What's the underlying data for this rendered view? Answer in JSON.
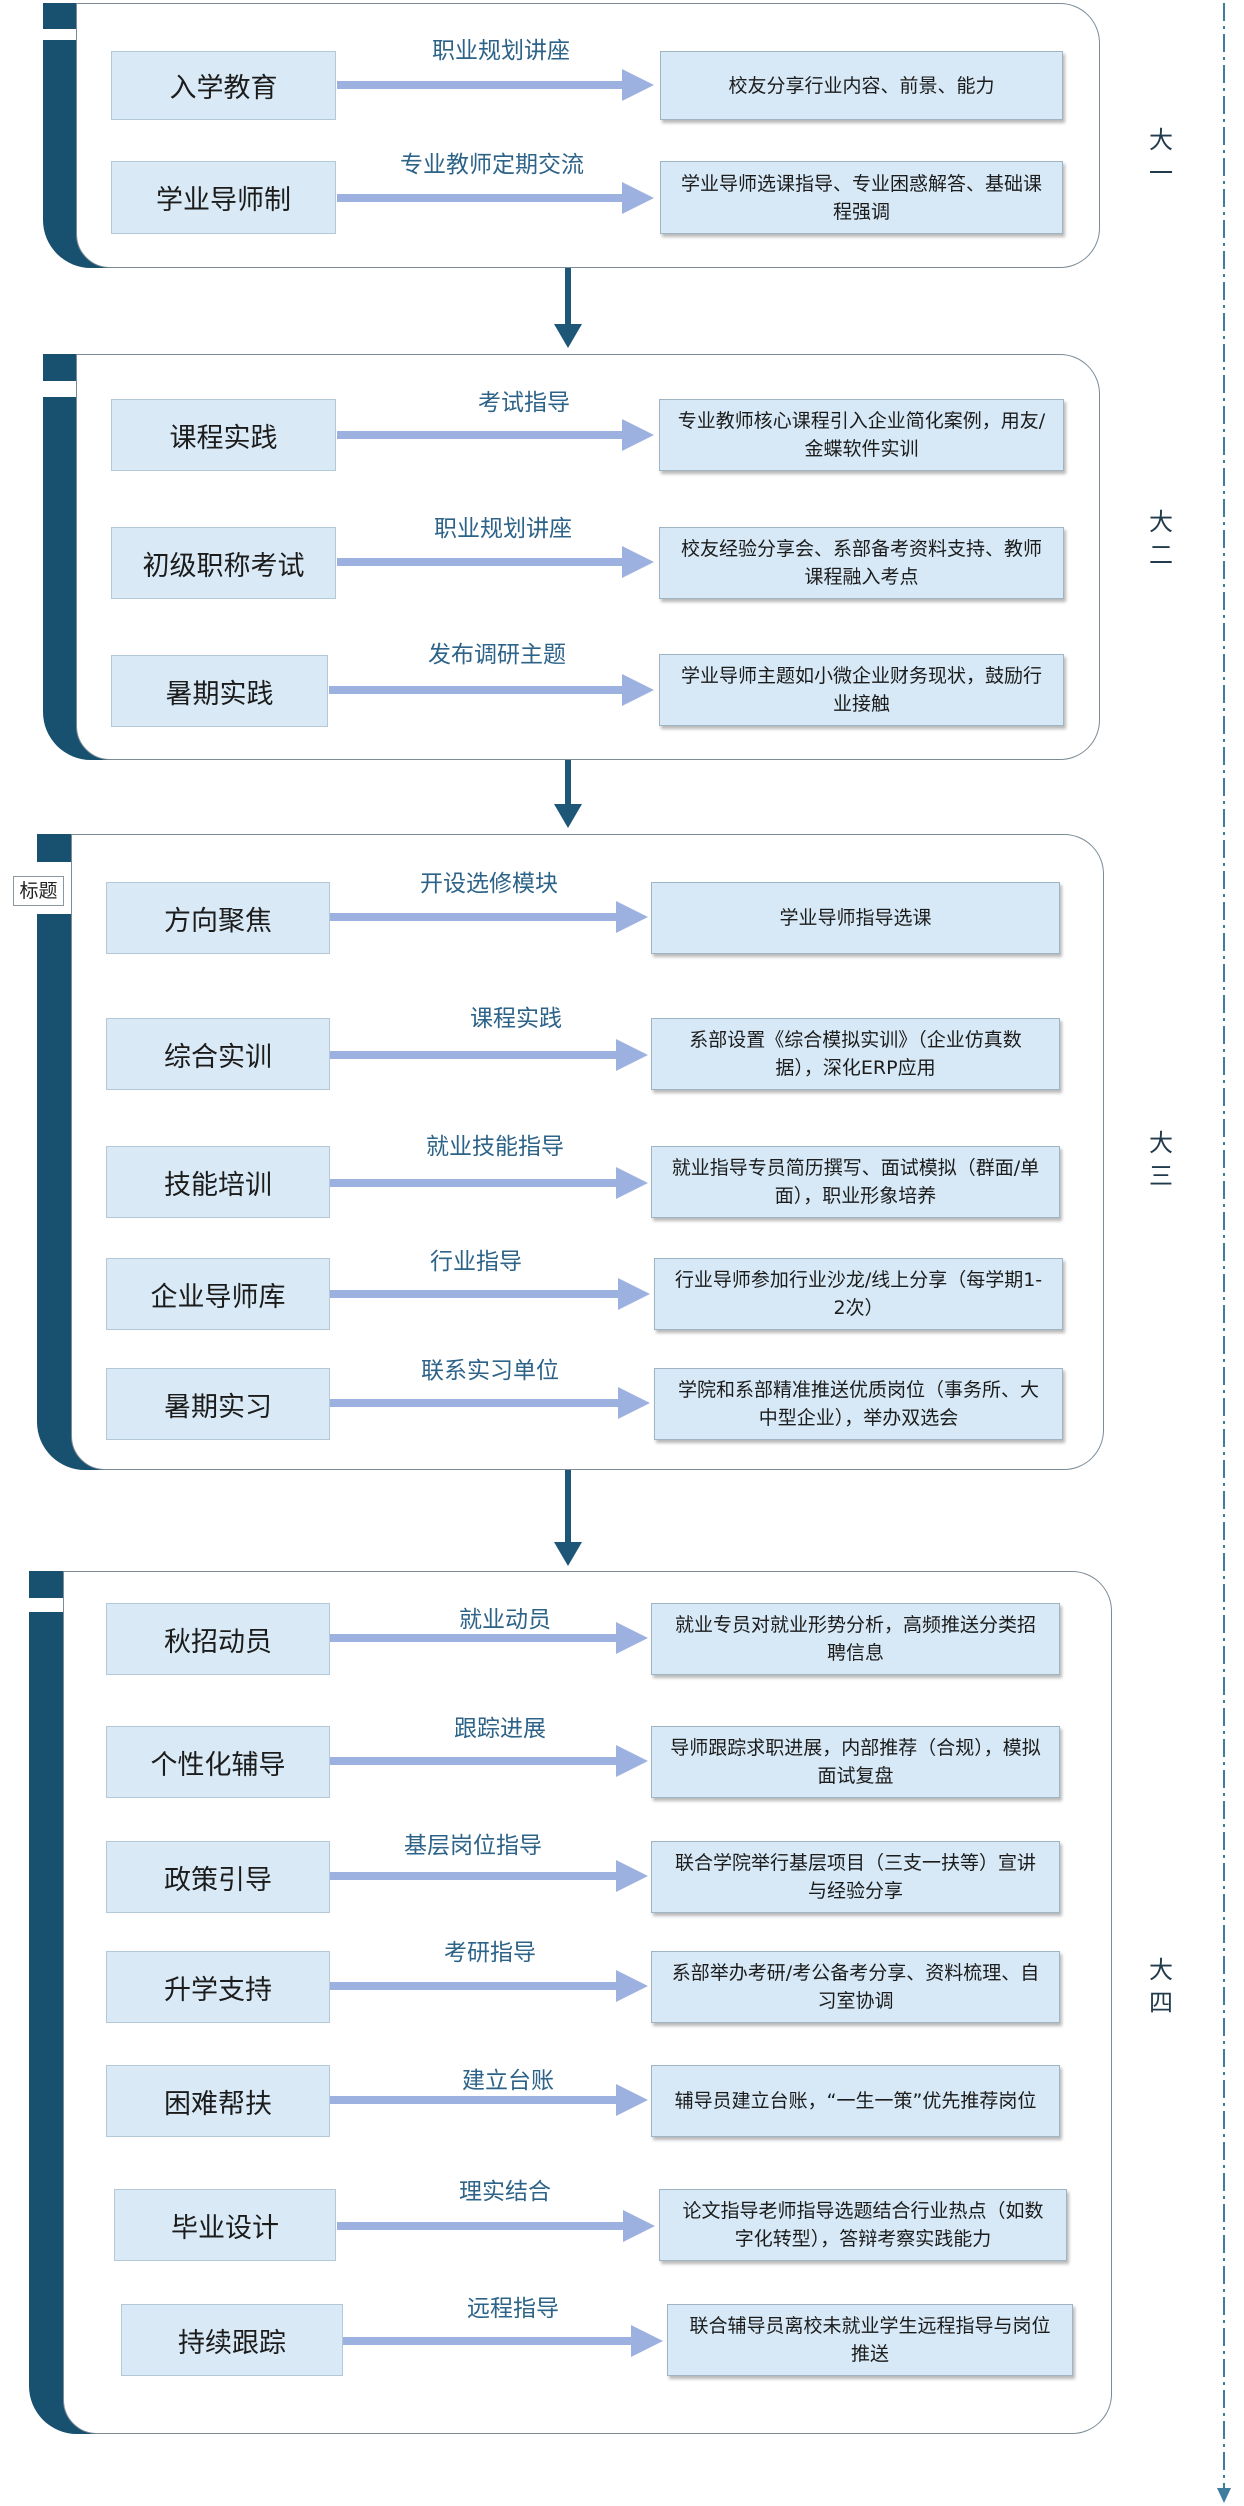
{
  "section_tag": "标题",
  "stages": [
    {
      "year": "大一",
      "rows": [
        {
          "item": "入学教育",
          "action": "职业规划讲座",
          "detail": "校友分享行业内容、前景、能力"
        },
        {
          "item": "学业导师制",
          "action": "专业教师定期交流",
          "detail": "学业导师选课指导、专业困惑解答、基础课程强调"
        }
      ]
    },
    {
      "year": "大二",
      "rows": [
        {
          "item": "课程实践",
          "action": "考试指导",
          "detail": "专业教师核心课程引入企业简化案例，用友/金蝶软件实训"
        },
        {
          "item": "初级职称考试",
          "action": "职业规划讲座",
          "detail": "校友经验分享会、系部备考资料支持、教师课程融入考点"
        },
        {
          "item": "暑期实践",
          "action": "发布调研主题",
          "detail": "学业导师主题如小微企业财务现状，鼓励行业接触"
        }
      ]
    },
    {
      "year": "大三",
      "rows": [
        {
          "item": "方向聚焦",
          "action": "开设选修模块",
          "detail": "学业导师指导选课"
        },
        {
          "item": "综合实训",
          "action": "课程实践",
          "detail": "系部设置《综合模拟实训》（企业仿真数据），深化ERP应用"
        },
        {
          "item": "技能培训",
          "action": "就业技能指导",
          "detail": "就业指导专员简历撰写、面试模拟（群面/单面），职业形象培养"
        },
        {
          "item": "企业导师库",
          "action": "行业指导",
          "detail": "行业导师参加行业沙龙/线上分享（每学期1-2次）"
        },
        {
          "item": "暑期实习",
          "action": "联系实习单位",
          "detail": "学院和系部精准推送优质岗位（事务所、大中型企业），举办双选会"
        }
      ]
    },
    {
      "year": "大四",
      "rows": [
        {
          "item": "秋招动员",
          "action": "就业动员",
          "detail": "就业专员对就业形势分析，高频推送分类招聘信息"
        },
        {
          "item": "个性化辅导",
          "action": "跟踪进展",
          "detail": "导师跟踪求职进展，内部推荐（合规），模拟面试复盘"
        },
        {
          "item": "政策引导",
          "action": "基层岗位指导",
          "detail": "联合学院举行基层项目（三支一扶等）宣讲与经验分享"
        },
        {
          "item": "升学支持",
          "action": "考研指导",
          "detail": "系部举办考研/考公备考分享、资料梳理、自习室协调"
        },
        {
          "item": "困难帮扶",
          "action": "建立台账",
          "detail": "辅导员建立台账，“一生一策”优先推荐岗位"
        },
        {
          "item": "毕业设计",
          "action": "理实结合",
          "detail": "论文指导老师指导选题结合行业热点（如数字化转型），答辩考察实践能力"
        },
        {
          "item": "持续跟踪",
          "action": "远程指导",
          "detail": "联合辅导员离校未就业学生远程指导与岗位推送"
        }
      ]
    }
  ]
}
